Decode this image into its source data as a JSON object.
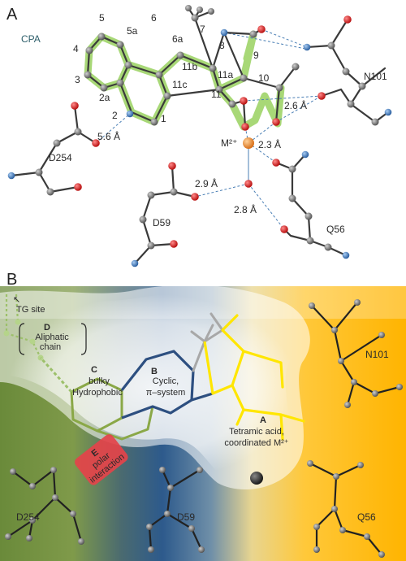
{
  "panelA": {
    "letter": "A",
    "molecule": "CPA",
    "atoms": [
      "1",
      "2",
      "2a",
      "3",
      "4",
      "5",
      "5a",
      "6",
      "6a",
      "7",
      "8",
      "9",
      "10",
      "11",
      "11a",
      "11b",
      "11c"
    ],
    "residues": {
      "n101": "N101",
      "d254": "D254",
      "d59": "D59",
      "q56": "Q56"
    },
    "metal": "M²⁺",
    "distances": [
      "5.6 Å",
      "2.6 Å",
      "2.3 Å",
      "2.9 Å",
      "2.8 Å"
    ]
  },
  "panelB": {
    "letter": "B",
    "tg_site": "TG site",
    "region_d": {
      "letter": "D",
      "text": [
        "Aliphatic",
        "chain"
      ]
    },
    "region_c": {
      "letter": "C",
      "text": [
        "bulky",
        "Hydrophobic"
      ]
    },
    "region_b": {
      "letter": "B",
      "text": [
        "Cyclic,",
        "π–system"
      ]
    },
    "region_a": {
      "letter": "A",
      "text": [
        "Tetramic acid,",
        "coordinated M²⁺"
      ]
    },
    "region_e": {
      "letter": "E",
      "text": [
        "polar",
        "interaction"
      ]
    },
    "residues": {
      "n101": "N101",
      "d254": "D254",
      "d59": "D59",
      "q56": "Q56"
    }
  },
  "colors": {
    "green_region": "#6e8f3a",
    "blue_region": "#2d5a8c",
    "yellow_region": "#ffc20e",
    "ring_c": "#8aa847",
    "ring_b": "#2d4f80",
    "ring_a": "#ffe600",
    "glow": "#9ed468",
    "metal": "#f08c28",
    "oxygen": "#d81e1e",
    "nitrogen": "#3b7bc4",
    "carbon": "#7a7a7a",
    "polar_box": "#e4434a"
  }
}
